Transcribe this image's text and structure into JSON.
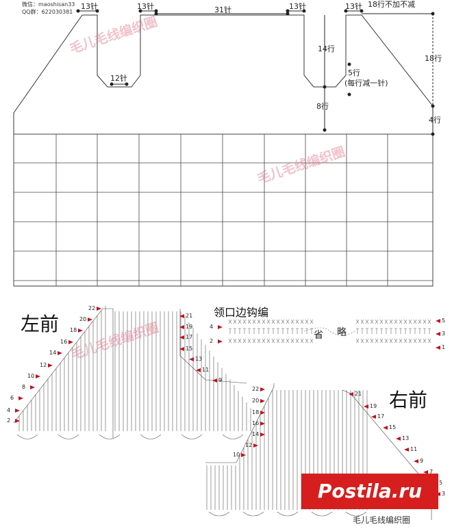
{
  "top_labels": {
    "wechat": "微信：maoshisan33",
    "qq": "QQ群：622030381",
    "st13a": "13针",
    "st13b": "13针",
    "st31": "31针",
    "st13c": "13针",
    "st13d": "13针",
    "rows18_note": "18行不加不减",
    "st12": "12针",
    "rows14": "14行",
    "rows18": "18行",
    "rows5": "5行",
    "dec_note": "(每行减一针)",
    "rows8": "8行",
    "rows4": "4行"
  },
  "watermarks": [
    "毛儿毛线编织圈",
    "毛儿毛线编织圈",
    "毛儿毛线编织圈"
  ],
  "left_front": {
    "title": "左前",
    "left_rows": [
      "22",
      "20",
      "18",
      "16",
      "14",
      "12",
      "10",
      "8",
      "6",
      "4",
      "2"
    ],
    "right_rows": [
      "21",
      "19",
      "17",
      "15",
      "13",
      "11",
      "9"
    ]
  },
  "neck": {
    "title": "领口边钩编",
    "omit_a": "省",
    "omit_b": "略",
    "left_rows": [
      "4",
      "2"
    ],
    "right_rows": [
      "5",
      "3",
      "1"
    ]
  },
  "right_front": {
    "title": "右前",
    "left_rows": [
      "22",
      "20",
      "18",
      "16",
      "14",
      "12",
      "10"
    ],
    "right_rows": [
      "21",
      "19",
      "17",
      "15",
      "13",
      "11",
      "9",
      "7",
      "5",
      "3"
    ]
  },
  "logo": "Postila.ru",
  "footer": "毛儿毛线编织圈",
  "colors": {
    "arrow": "#c1121f",
    "watermark": "#e1788c",
    "logo_bg": "#d61e1e"
  }
}
